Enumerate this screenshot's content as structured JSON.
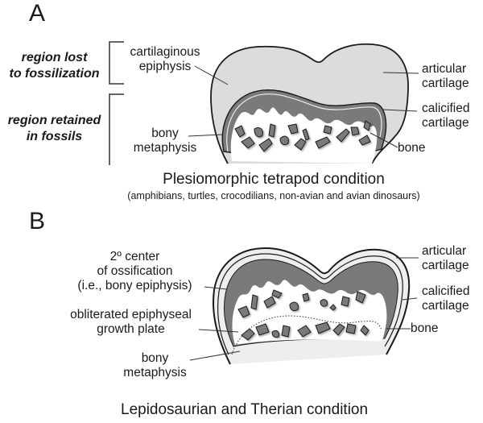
{
  "panel_a": {
    "letter": "A",
    "regions": {
      "lost": [
        "region lost",
        "to fossilization"
      ],
      "retained": [
        "region retained",
        "in fossils"
      ]
    },
    "labels": {
      "cartilaginous_epiphysis": [
        "cartilaginous",
        "epiphysis"
      ],
      "bony_metaphysis": [
        "bony",
        "metaphysis"
      ],
      "articular_cartilage": [
        "articular",
        "cartilage"
      ],
      "calcified_cartilage": [
        "calicified",
        "cartilage"
      ],
      "bone": "bone"
    },
    "caption": "Plesiomorphic tetrapod condition",
    "subcaption": "(amphibians, turtles, crocodilians, non-avian and avian dinosaurs)"
  },
  "panel_b": {
    "letter": "B",
    "labels": {
      "secondary_center": [
        "2º center",
        "of ossification",
        "(i.e., bony epiphysis)"
      ],
      "growth_plate": [
        "obliterated epiphyseal",
        "growth plate"
      ],
      "bony_metaphysis": [
        "bony",
        "metaphysis"
      ],
      "articular_cartilage": [
        "articular",
        "cartilage"
      ],
      "calcified_cartilage": [
        "calicified",
        "cartilage"
      ],
      "bone": "bone"
    },
    "caption": "Lepidosaurian and Therian condition"
  },
  "colors": {
    "cartilage_fill": "#dcdcdc",
    "bone_fill": "#7a7a7a",
    "outline": "#1a1a1a",
    "marrow": "#ffffff"
  }
}
